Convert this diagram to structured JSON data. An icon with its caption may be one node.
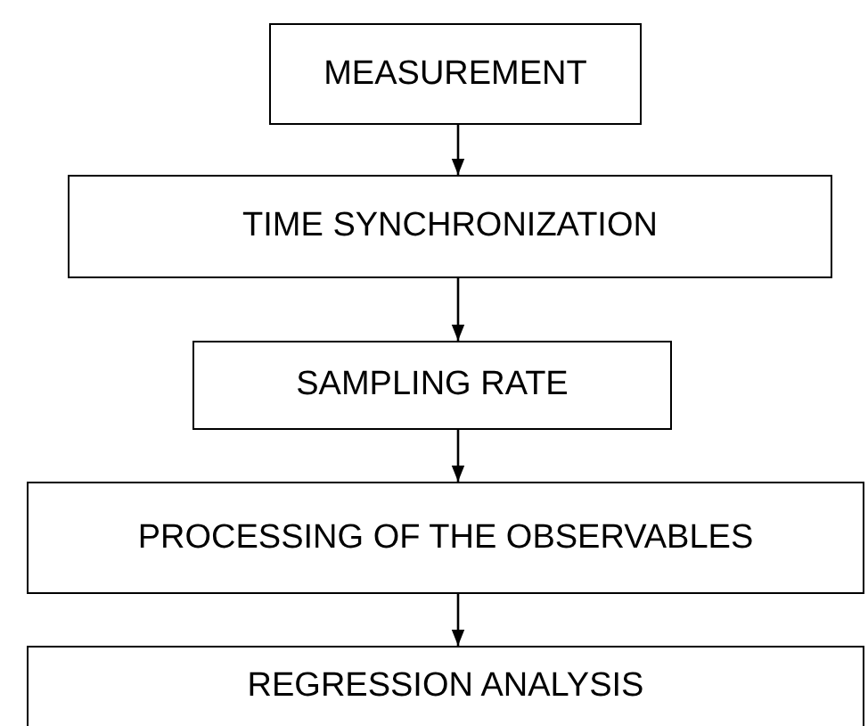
{
  "diagram": {
    "nodes": [
      {
        "text": [
          "MEASUREMENT"
        ]
      },
      {
        "text": [
          "TIME SYNCHRONIZATION"
        ]
      },
      {
        "text": [
          "SAMPLING RATE"
        ]
      },
      {
        "text": [
          "PROCESSING OF THE OBSERVABLES"
        ]
      },
      {
        "text": [
          "REGRESSION ANALYSIS"
        ]
      }
    ],
    "edges": [
      {
        "from": 0,
        "to": 1,
        "arrow": "to"
      },
      {
        "from": 1,
        "to": 2,
        "arrow": "to"
      },
      {
        "from": 2,
        "to": 3,
        "arrow": "to"
      },
      {
        "from": 3,
        "to": 4,
        "arrow": "to"
      }
    ]
  }
}
